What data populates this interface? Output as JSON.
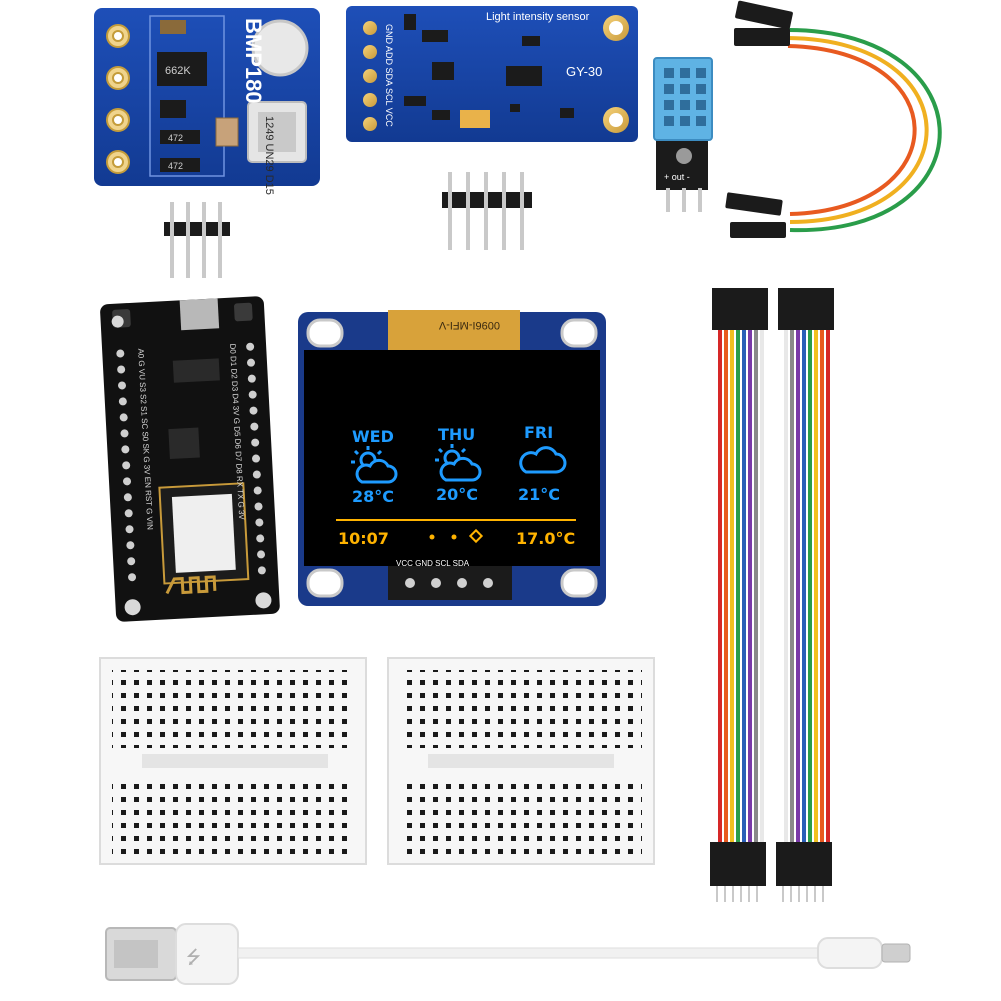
{
  "bmp180": {
    "label": "BMP180",
    "chip_text": "1249 UN29 D15",
    "ic_text": "662K",
    "r1": "472",
    "r2": "472"
  },
  "gy30": {
    "title": "Light intensity sensor",
    "model": "GY-30",
    "pins": "GND ADD SDA SCL VCC"
  },
  "dht": {
    "pins": "+ out -"
  },
  "oled": {
    "ribbon_label": "0096I-MFI-V",
    "pins": "VCC GND SCL SDA",
    "days": [
      {
        "day": "WED",
        "temp": "28°C",
        "icon": "partly-cloudy-icon"
      },
      {
        "day": "THU",
        "temp": "20°C",
        "icon": "partly-cloudy-icon"
      },
      {
        "day": "FRI",
        "temp": "21°C",
        "icon": "cloud-icon"
      }
    ],
    "time": "10:07",
    "current_temp": "17.0°C",
    "colors": {
      "screen": "#000000",
      "top": "#1e9bff",
      "bottom": "#ffb300",
      "pcb": "#1a3a8a"
    }
  },
  "nodemcu": {
    "pins_left": "A0 G VU S3 S2 S1 SC S0 SK G 3V EN RST G VIN",
    "pins_right": "D0 D1 D2 D3 D4 3V G D5 D6 D7 D8 RX TX G 3V"
  },
  "cable": {
    "usb_symbol": "⭍"
  }
}
